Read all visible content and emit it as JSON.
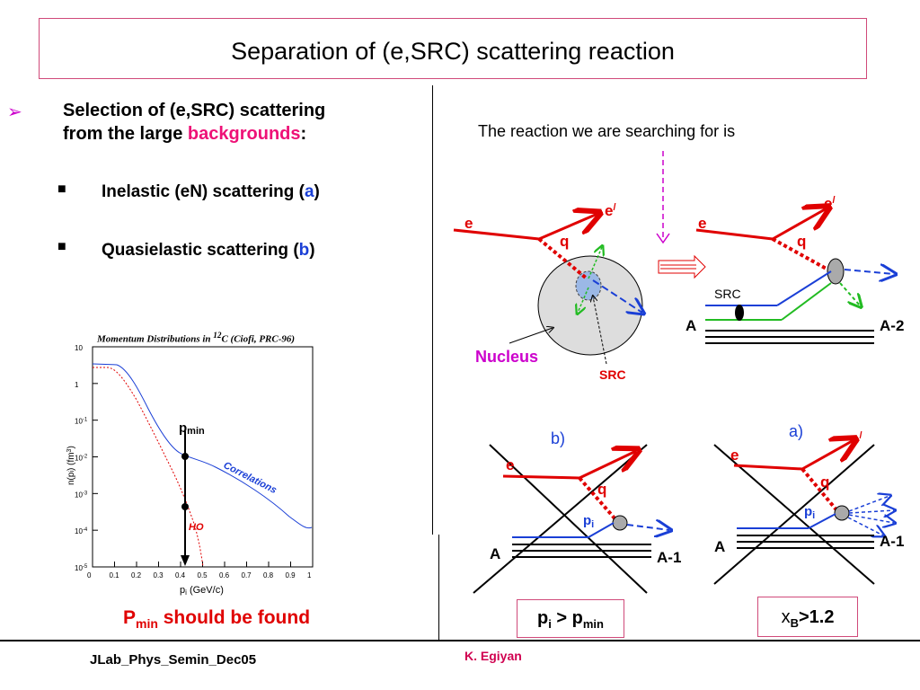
{
  "title": "Separation of (e,SRC) scattering  reaction",
  "left": {
    "selection_line1": "Selection of (e,SRC) scattering",
    "selection_line2_pre": "from the large ",
    "selection_line2_highlight": "backgrounds",
    "selection_line2_post": ":",
    "item1_pre": "Inelastic (eN) scattering (",
    "item1_letter": "a",
    "item1_post": ")",
    "item2_pre": "Quasielastic scattering  (",
    "item2_letter": "b",
    "item2_post": ")",
    "found_p": "P",
    "found_sub": "min",
    "found_rest": " should be found"
  },
  "plot": {
    "title_pre": "Momentum Distributions in ",
    "title_sup": "12",
    "title_post": "C (Ciofi, PRC-96)",
    "ylabel": "n(p",
    "ylabel_sub": "i",
    "ylabel_post": ") (fm",
    "ylabel_sup": "3",
    "ylabel_end": ")",
    "xlabel_pre": "p",
    "xlabel_sub": "i",
    "xlabel_post": " (GeV/c)",
    "pmin": "p",
    "pmin_sub": "min",
    "correlations": "Correlations",
    "ho": "HO",
    "yticks": [
      "10",
      "1",
      "10",
      "10",
      "10",
      "10",
      "10"
    ],
    "ytick_exps": [
      "",
      "",
      "-1",
      "-2",
      "-3",
      "-4",
      "-5"
    ],
    "xticks": [
      "0",
      "0.1",
      "0.2",
      "0.3",
      "0.4",
      "0.5",
      "0.6",
      "0.7",
      "0.8",
      "0.9",
      "1"
    ]
  },
  "right": {
    "reaction_text": "The reaction we are searching for is",
    "e": "e",
    "e_prime": "e",
    "q": "q",
    "nucleus": "Nucleus",
    "src": "SRC",
    "A": "A",
    "A2": "A-2",
    "A1": "A-1",
    "b_label": "b)",
    "a_label": "a)",
    "pi": "p",
    "pi_sub": "i",
    "cond_b_p": "p",
    "cond_b_i": "i",
    "cond_b_gt": " > p",
    "cond_b_min": "min",
    "cond_a_x": "x",
    "cond_a_B": "B",
    "cond_a_rest": ">1.2"
  },
  "footer": {
    "left": "JLab_Phys_Semin_Dec05",
    "middle": "K. Egiyan"
  },
  "colors": {
    "red": "#e00000",
    "blue": "#1a3fd6",
    "pink": "#ee1177",
    "green": "#22bb22",
    "magenta": "#cc00cc"
  }
}
